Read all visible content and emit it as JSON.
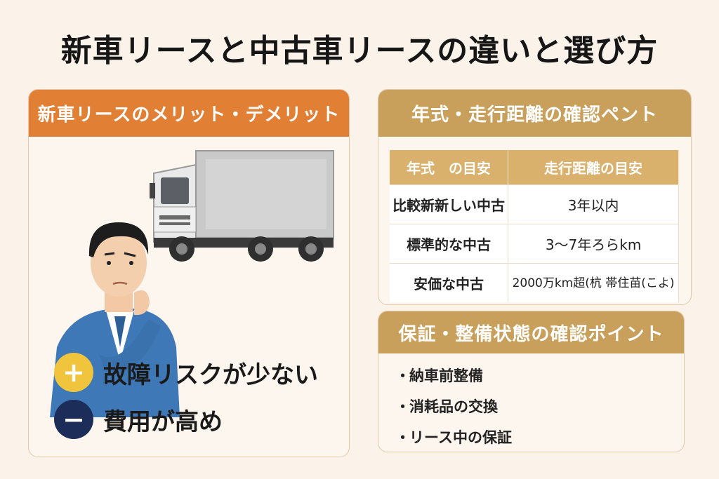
{
  "title": "新車リースと中古車リースの違いと選び方",
  "left_card": {
    "heading": "新車リースのメリット・デメリット",
    "merit": {
      "symbol": "+",
      "text": "故障リスクが少ない"
    },
    "demerit": {
      "symbol": "−",
      "text": "費用が高め"
    }
  },
  "right_card_1": {
    "heading": "年式・走行距離の確認ペント",
    "table": {
      "headers": [
        "年式　の目安",
        "走行距離の目安"
      ],
      "rows": [
        [
          "比較新新しい中古",
          "3年以内"
        ],
        [
          "標準的な中古",
          "3〜7年ろらkm"
        ],
        [
          "安価な中古",
          "2000万km超(杭 帯住苗(こよ)"
        ]
      ]
    }
  },
  "right_card_2": {
    "heading": "保証・整備状態の確認ポイント",
    "items": [
      "納車前整備",
      "消耗品の交換",
      "リース中の保証"
    ]
  },
  "colors": {
    "background": "#fbf3ea",
    "orange_header": "#e17f34",
    "gold_header": "#c9a05b",
    "plus_icon": "#f0c53d",
    "minus_icon": "#1c2d5a"
  }
}
